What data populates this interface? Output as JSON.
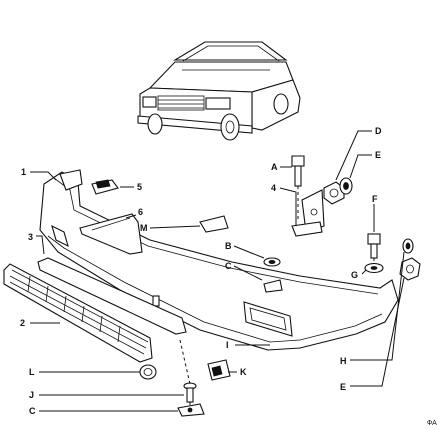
{
  "labels": {
    "n1": "1",
    "n2": "2",
    "n3": "3",
    "n4": "4",
    "n5": "5",
    "n6": "6",
    "A": "A",
    "B": "B",
    "C_upper": "C",
    "C_lower": "C",
    "D": "D",
    "E_upper": "E",
    "E_lower": "E",
    "F": "F",
    "G": "G",
    "H": "H",
    "I": "I",
    "J": "J",
    "K": "K",
    "L": "L",
    "M": "M"
  },
  "corner_mark": "ФА",
  "colors": {
    "ink": "#111111",
    "paper": "#ffffff"
  }
}
